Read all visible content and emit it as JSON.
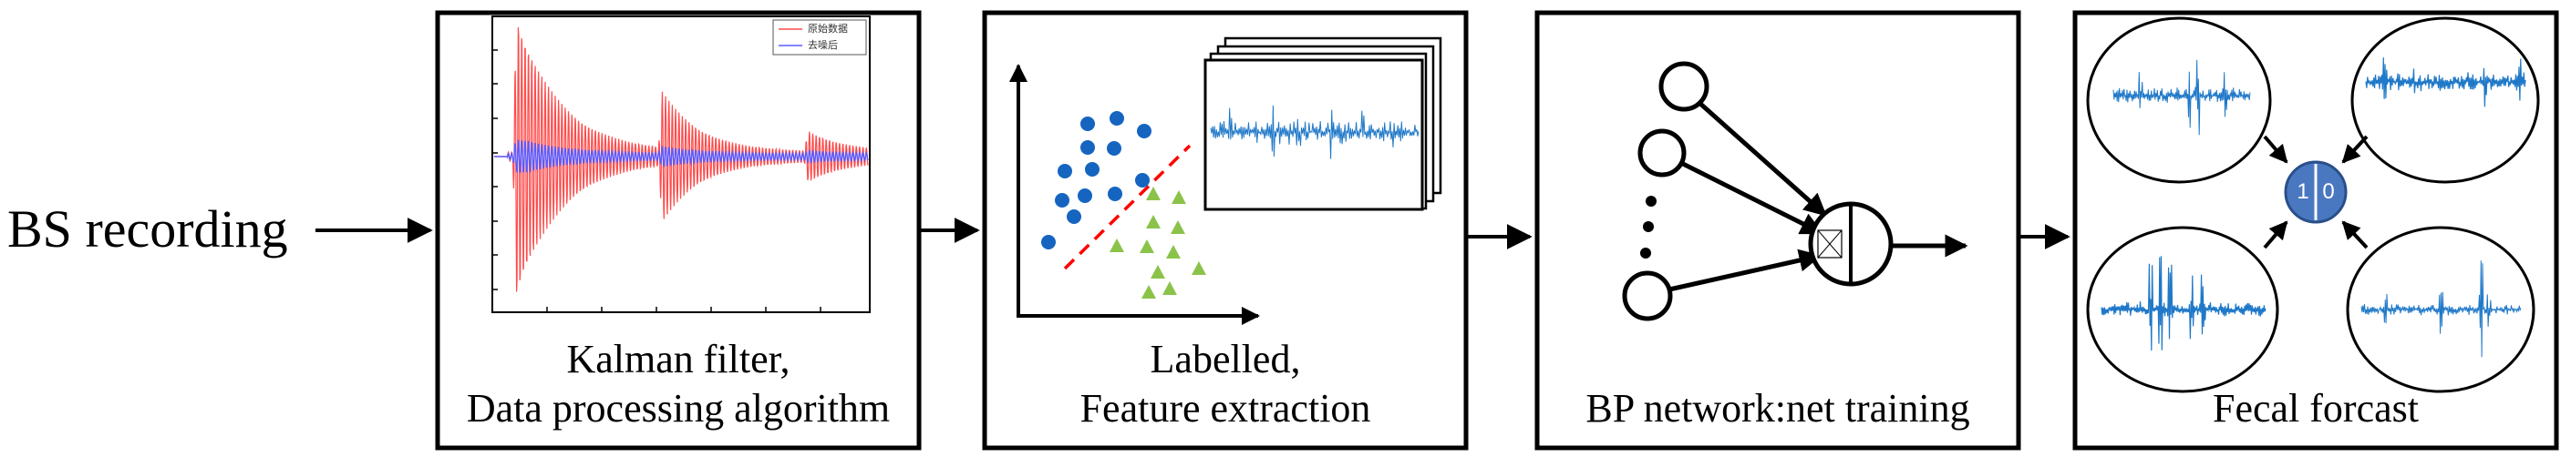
{
  "input_label": "BS recording",
  "stages": [
    {
      "caption_line1": "Kalman filter,",
      "caption_line2": "Data processing algorithm"
    },
    {
      "caption_line1": "Labelled,",
      "caption_line2": "Feature extraction"
    },
    {
      "caption_line1": "BP network:net training",
      "caption_line2": ""
    },
    {
      "caption_line1": "Fecal forcast",
      "caption_line2": ""
    }
  ],
  "signal_plot": {
    "legend": [
      {
        "label": "原始数据",
        "color": "#ff4b4b"
      },
      {
        "label": "去噪后",
        "color": "#5a5aff"
      }
    ]
  },
  "classifier": {
    "blue_dot_color": "#1565c0",
    "green_triangle_color": "#8bc34a",
    "separator_color": "#ff0000"
  },
  "waveform_color": "#1f78c8",
  "output_classes": {
    "left": "1",
    "right": "0",
    "fill": "#4a78c0"
  }
}
